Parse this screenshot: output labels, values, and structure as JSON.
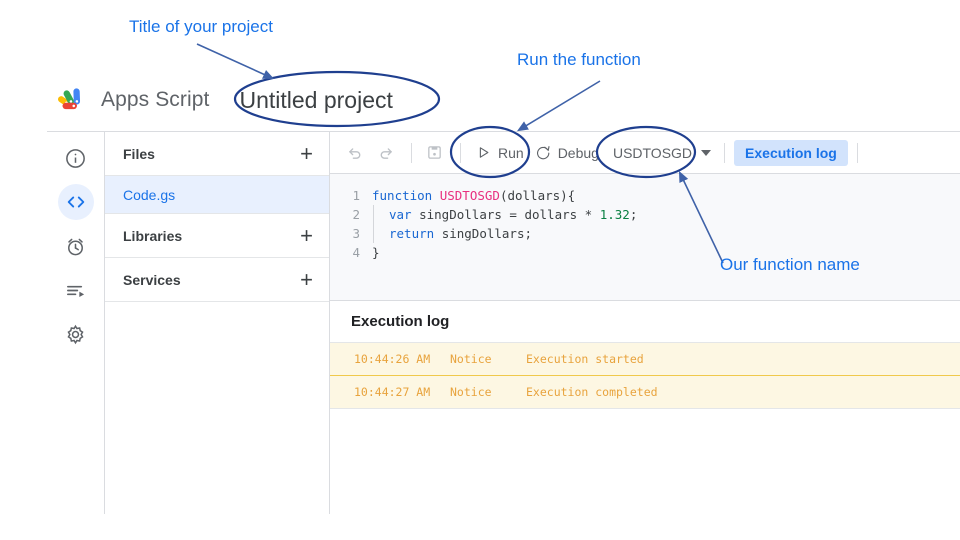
{
  "brand": {
    "logo_icon": "apps-script-logo",
    "name": "Apps Script",
    "project_title": "Untitled project"
  },
  "rail": {
    "items": [
      {
        "icon": "info-circle-icon",
        "name": "overview",
        "active": false
      },
      {
        "icon": "code-brackets-icon",
        "name": "editor",
        "active": true
      },
      {
        "icon": "alarm-clock-icon",
        "name": "triggers",
        "active": false
      },
      {
        "icon": "executions-list-icon",
        "name": "executions",
        "active": false
      },
      {
        "icon": "gear-icon",
        "name": "project-settings",
        "active": false
      }
    ]
  },
  "files_panel": {
    "files_header": "Files",
    "files_add_label": "+",
    "file_items": [
      {
        "name": "Code.gs",
        "selected": true
      }
    ],
    "libraries_header": "Libraries",
    "libraries_add_label": "+",
    "services_header": "Services",
    "services_add_label": "+"
  },
  "toolbar": {
    "undo_icon": "undo-arrow-icon",
    "redo_icon": "redo-arrow-icon",
    "save_icon": "save-disk-icon",
    "run_label": "Run",
    "run_icon": "play-triangle-icon",
    "debug_label": "Debug",
    "debug_icon": "debug-bug-icon",
    "function_selected": "USDTOSGD",
    "function_caret_icon": "chevron-down-icon",
    "execution_log_label": "Execution log"
  },
  "editor": {
    "lines": [
      {
        "number": "1",
        "indent": false,
        "tokens": [
          {
            "t": "function ",
            "c": "k-kw"
          },
          {
            "t": "USDTOSGD",
            "c": "k-fn"
          },
          {
            "t": "(dollars){",
            "c": "k-op"
          }
        ]
      },
      {
        "number": "2",
        "indent": true,
        "tokens": [
          {
            "t": "var ",
            "c": "k-kw"
          },
          {
            "t": "singDollars = dollars * ",
            "c": "k-op"
          },
          {
            "t": "1.32",
            "c": "k-num"
          },
          {
            "t": ";",
            "c": "k-op"
          }
        ]
      },
      {
        "number": "3",
        "indent": true,
        "tokens": [
          {
            "t": "return ",
            "c": "k-kw"
          },
          {
            "t": "singDollars;",
            "c": "k-op"
          }
        ]
      },
      {
        "number": "4",
        "indent": false,
        "tokens": [
          {
            "t": "}",
            "c": "k-op"
          }
        ]
      }
    ]
  },
  "execution_log": {
    "title": "Execution log",
    "rows": [
      {
        "time": "10:44:26 AM",
        "level": "Notice",
        "message": "Execution started"
      },
      {
        "time": "10:44:27 AM",
        "level": "Notice",
        "message": "Execution completed"
      }
    ]
  },
  "annotations": {
    "title_note": "Title of your project",
    "run_note": "Run the function",
    "function_name_note": "Our function name",
    "color": "#1a73e8",
    "ink_color": "#1f3f8f"
  }
}
